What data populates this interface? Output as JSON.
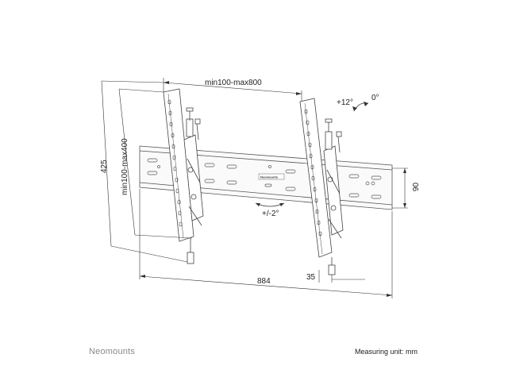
{
  "dimensions": {
    "top_width": "min100-max800",
    "left_height_outer": "425",
    "left_height_inner": "min100-max400",
    "bottom_width": "884",
    "bottom_depth": "35",
    "right_height": "06"
  },
  "tilt": {
    "forward": "+12°",
    "neutral": "0°",
    "rotation": "+/-2°"
  },
  "plate_logo": "Neomounts",
  "footer": {
    "brand": "Neomounts",
    "measuring_unit": "Measuring unit: mm"
  },
  "colors": {
    "line": "#555555",
    "dim_line": "#333333",
    "brand_gray": "#8a8a8a"
  }
}
